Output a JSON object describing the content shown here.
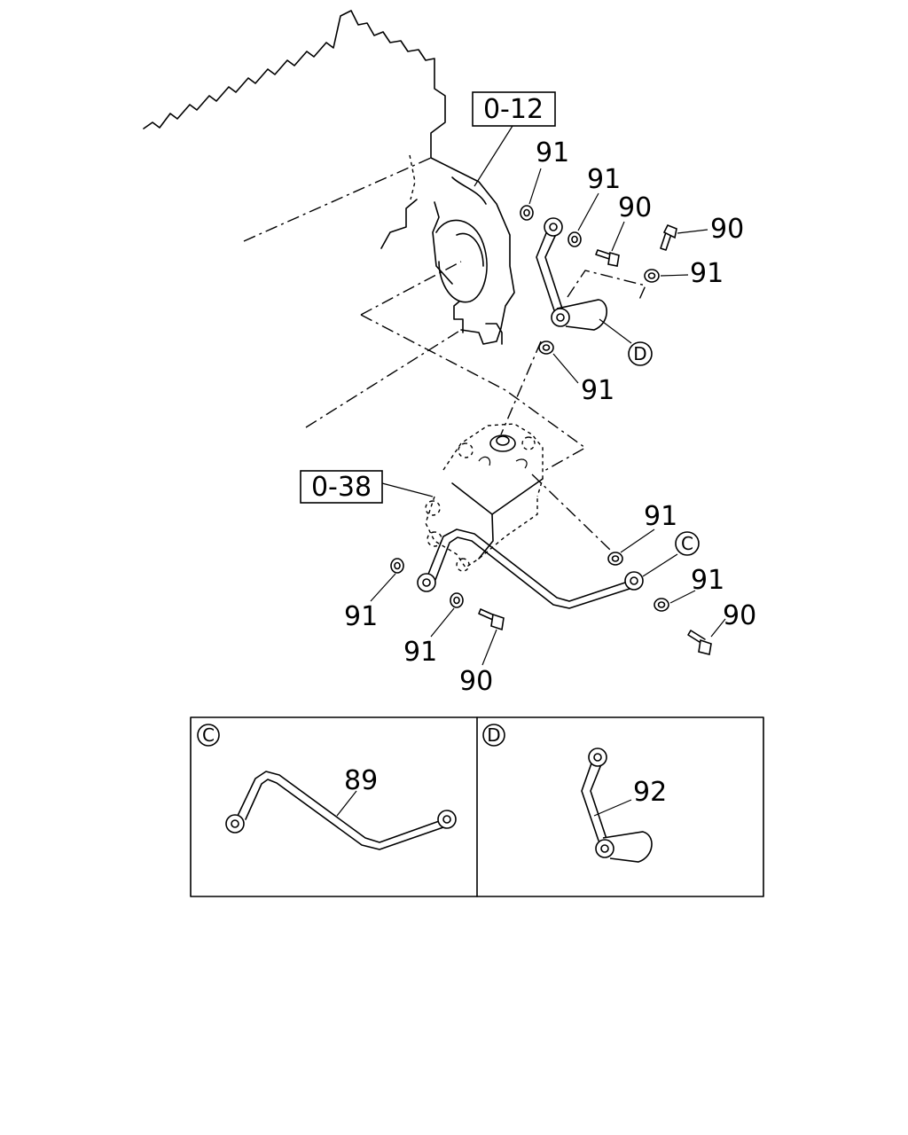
{
  "refs": {
    "engine_block": "0-12",
    "pump": "0-38"
  },
  "callouts": [
    {
      "id": "c1",
      "text": "91"
    },
    {
      "id": "c2",
      "text": "91"
    },
    {
      "id": "c3",
      "text": "90"
    },
    {
      "id": "c4",
      "text": "90"
    },
    {
      "id": "c5",
      "text": "91"
    },
    {
      "id": "c6",
      "text": "91"
    },
    {
      "id": "c7",
      "text": "91"
    },
    {
      "id": "c8",
      "text": "91"
    },
    {
      "id": "c9",
      "text": "90"
    },
    {
      "id": "c10",
      "text": "91"
    },
    {
      "id": "c11",
      "text": "91"
    },
    {
      "id": "c12",
      "text": "90"
    }
  ],
  "markers": {
    "pipe_c": "C",
    "pipe_d": "D"
  },
  "details": [
    {
      "marker": "C",
      "part": "89"
    },
    {
      "marker": "D",
      "part": "92"
    }
  ]
}
